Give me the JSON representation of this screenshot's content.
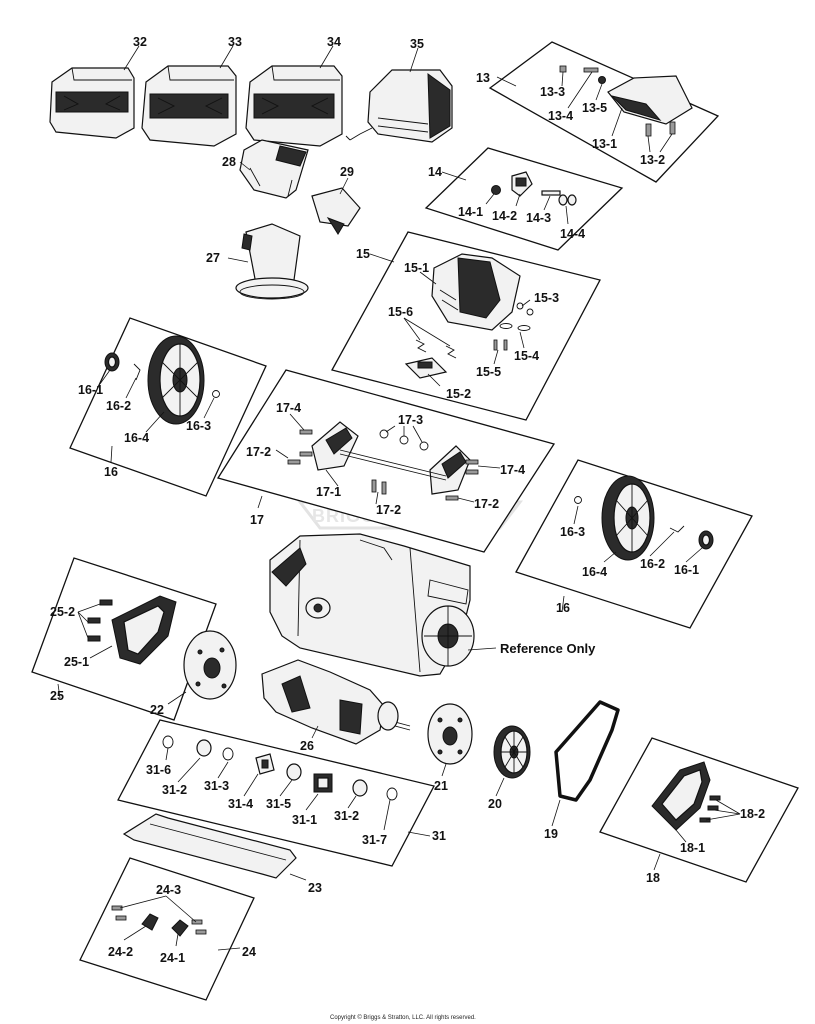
{
  "labels": {
    "l32": "32",
    "l33": "33",
    "l34": "34",
    "l35": "35",
    "l13": "13",
    "l13_1": "13-1",
    "l13_2": "13-2",
    "l13_3": "13-3",
    "l13_4": "13-4",
    "l13_5": "13-5",
    "l28": "28",
    "l29": "29",
    "l27": "27",
    "l14": "14",
    "l14_1": "14-1",
    "l14_2": "14-2",
    "l14_3": "14-3",
    "l14_4": "14-4",
    "l15": "15",
    "l15_1": "15-1",
    "l15_2": "15-2",
    "l15_3": "15-3",
    "l15_4": "15-4",
    "l15_5": "15-5",
    "l15_6": "15-6",
    "l16a": "16",
    "l16a_1": "16-1",
    "l16a_2": "16-2",
    "l16a_3": "16-3",
    "l16a_4": "16-4",
    "l17": "17",
    "l17_1": "17-1",
    "l17_2a": "17-2",
    "l17_2b": "17-2",
    "l17_2c": "17-2",
    "l17_3": "17-3",
    "l17_4a": "17-4",
    "l17_4b": "17-4",
    "l16b": "16",
    "l16b_1": "16-1",
    "l16b_2": "16-2",
    "l16b_3": "16-3",
    "l16b_4": "16-4",
    "l25": "25",
    "l25_1": "25-1",
    "l25_2": "25-2",
    "l22": "22",
    "l26": "26",
    "l21": "21",
    "l20": "20",
    "l19": "19",
    "l18": "18",
    "l18_1": "18-1",
    "l18_2": "18-2",
    "l31": "31",
    "l31_1": "31-1",
    "l31_2a": "31-2",
    "l31_2b": "31-2",
    "l31_3": "31-3",
    "l31_4": "31-4",
    "l31_5": "31-5",
    "l31_6": "31-6",
    "l31_7": "31-7",
    "l23": "23",
    "l24": "24",
    "l24_1": "24-1",
    "l24_2": "24-2",
    "l24_3": "24-3"
  },
  "reference_note": "Reference Only",
  "watermark": "BRIGGS&STRATTON",
  "copyright": "Copyright © Briggs & Stratton, LLC. All rights reserved."
}
